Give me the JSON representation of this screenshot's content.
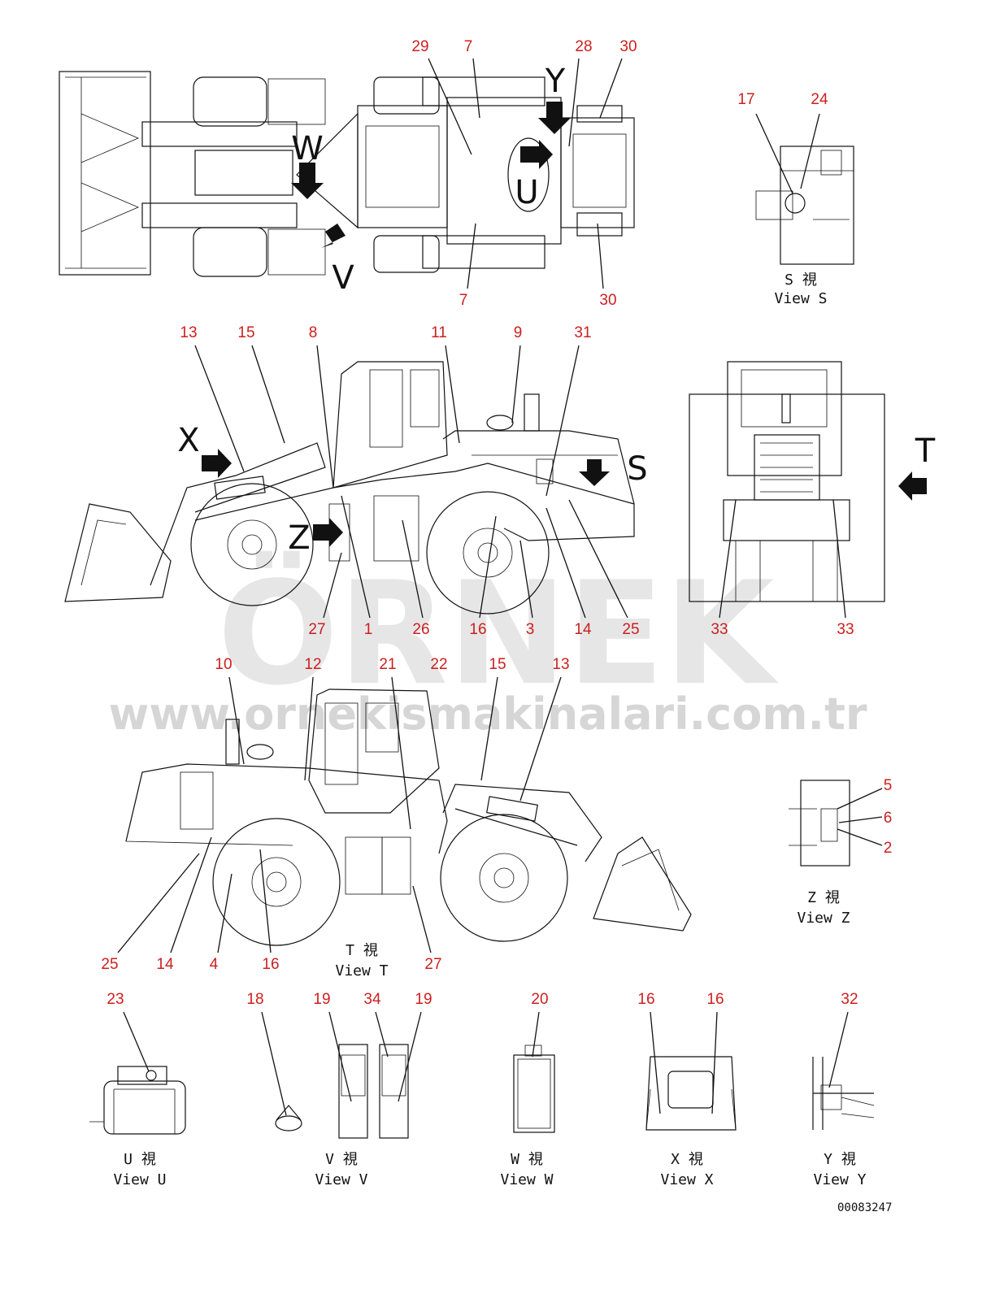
{
  "watermark": {
    "brand": "ÖRNEK",
    "url": "www.ornekismakinalari.com.tr"
  },
  "drawing_code": "00083247",
  "direction_letters": {
    "Y": "Y",
    "W": "W",
    "V": "V",
    "U": "U",
    "X": "X",
    "Z": "Z",
    "S": "S",
    "T": "T"
  },
  "views": {
    "S": {
      "ja": "S  視",
      "en": "View S"
    },
    "T": {
      "ja": "T  視",
      "en": "View T"
    },
    "U": {
      "ja": "U  視",
      "en": "View U"
    },
    "V": {
      "ja": "V  視",
      "en": "View V"
    },
    "W": {
      "ja": "W  視",
      "en": "View W"
    },
    "X": {
      "ja": "X  視",
      "en": "View X"
    },
    "Y": {
      "ja": "Y  視",
      "en": "View Y"
    },
    "Z": {
      "ja": "Z  視",
      "en": "View Z"
    }
  },
  "callouts": {
    "top": [
      "29",
      "7",
      "28",
      "30",
      "7",
      "30"
    ],
    "view_s": [
      "17",
      "24"
    ],
    "side_left": [
      "13",
      "15",
      "8",
      "11",
      "9",
      "31",
      "27",
      "1",
      "26",
      "16",
      "3",
      "14",
      "25"
    ],
    "front": [
      "33",
      "33"
    ],
    "side_right": [
      "10",
      "12",
      "21",
      "22",
      "15",
      "13",
      "25",
      "14",
      "4",
      "16",
      "27"
    ],
    "view_z": [
      "5",
      "6",
      "2"
    ],
    "bottom": [
      "23",
      "18",
      "19",
      "34",
      "19",
      "20",
      "16",
      "16",
      "32"
    ]
  }
}
